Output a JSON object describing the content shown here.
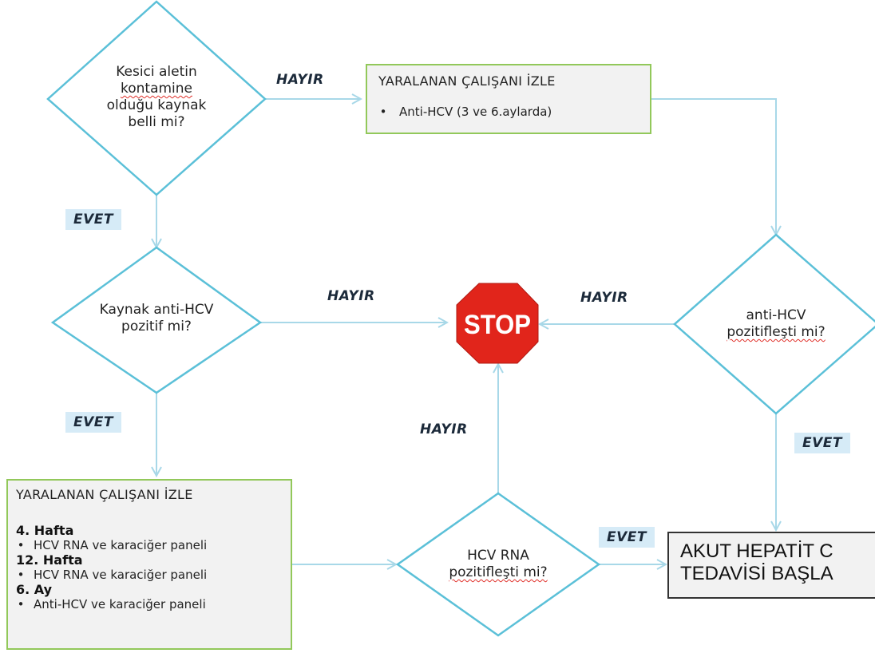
{
  "diamonds": {
    "source_known": {
      "lines": [
        "Kesici aletin",
        "kontamine",
        "olduğu kaynak",
        "belli mi?"
      ]
    },
    "source_positive": {
      "lines": [
        "Kaynak anti-HCV",
        "pozitif mi?"
      ]
    },
    "anti_hcv_converted": {
      "lines": [
        "anti-HCV",
        "pozitifleşti mi?"
      ]
    },
    "rna_converted": {
      "lines": [
        "HCV RNA",
        "pozitifleşti mi?"
      ]
    }
  },
  "labels": {
    "no": "HAYIR",
    "yes": "EVET"
  },
  "stop_sign": {
    "text": "STOP"
  },
  "monitor_box_top": {
    "title": "YARALANAN ÇALIŞANI İZLE",
    "items": [
      "Anti-HCV (3 ve 6.aylarda)"
    ]
  },
  "monitor_box_bottom": {
    "title": "YARALANAN ÇALIŞANI İZLE",
    "groups": [
      {
        "header": "4. Hafta",
        "item": "HCV RNA ve karaciğer paneli"
      },
      {
        "header": "12. Hafta",
        "item": "HCV RNA ve karaciğer paneli"
      },
      {
        "header": "6. Ay",
        "item": "Anti-HCV ve karaciğer paneli"
      }
    ]
  },
  "final_box": {
    "lines": [
      "AKUT HEPATİT C",
      "TEDAVİSİ BAŞLA"
    ]
  },
  "colors": {
    "diamond_stroke": "#5bc0d8",
    "connector": "#a8d8e8",
    "box_border": "#92c85a",
    "box_fill": "#f2f2f2",
    "label_fill": "#d6ebf7",
    "stop_red": "#e1251b"
  }
}
